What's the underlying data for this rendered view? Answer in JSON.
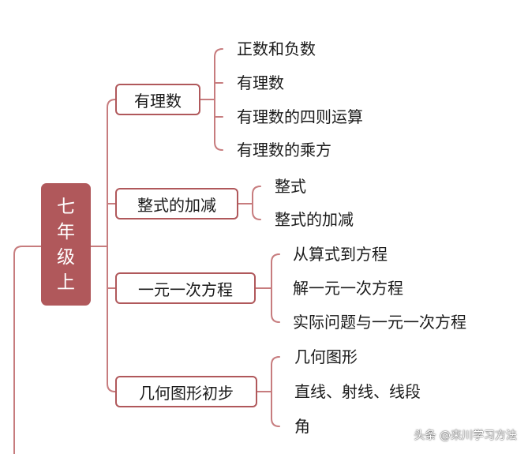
{
  "mindmap": {
    "root": {
      "chars": [
        "七",
        "年",
        "级",
        "上"
      ]
    },
    "branches": [
      {
        "label": "有理数",
        "items": [
          "正数和负数",
          "有理数",
          "有理数的四则运算",
          "有理数的乘方"
        ]
      },
      {
        "label": "整式的加减",
        "items": [
          "整式",
          "整式的加减"
        ]
      },
      {
        "label": "一元一次方程",
        "items": [
          "从算式到方程",
          "解一元一次方程",
          "实际问题与一元一次方程"
        ]
      },
      {
        "label": "几何图形初步",
        "items": [
          "几何图形",
          "直线、射线、线段",
          "角"
        ]
      }
    ]
  },
  "watermark": "头条 @来川学习方法",
  "colors": {
    "accent": "#b0585b",
    "connector": "#c77c7e",
    "text": "#1a1a1a"
  }
}
